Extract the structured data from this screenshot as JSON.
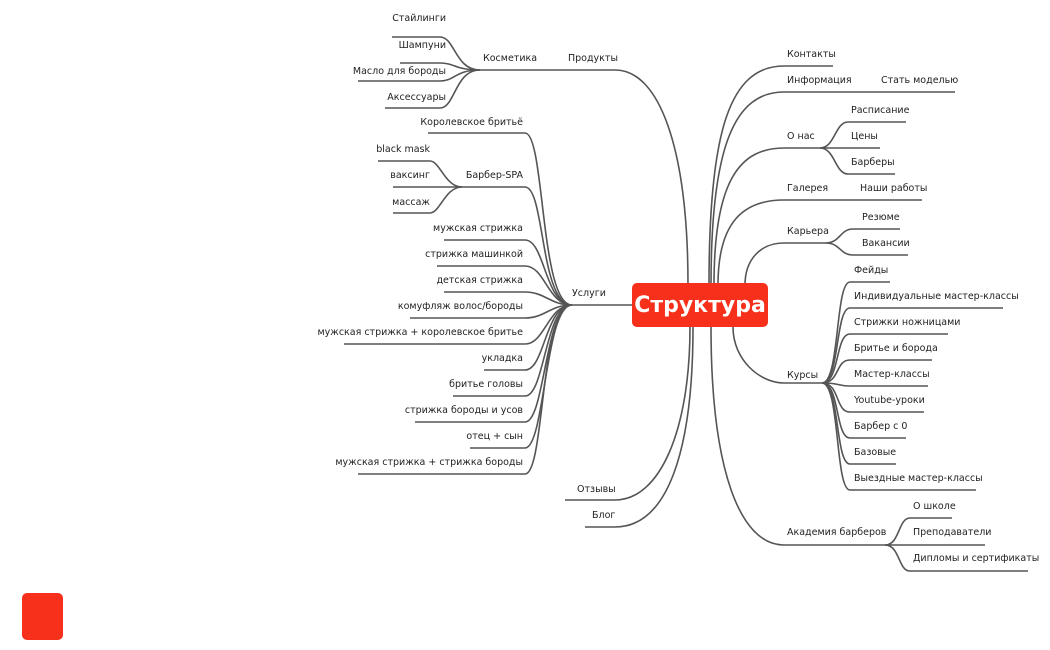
{
  "root": {
    "label": "Структура",
    "color": "#f7301c"
  },
  "left": {
    "products": {
      "label": "Продукты",
      "cosmetics": {
        "label": "Косметика",
        "items": [
          "Стайлинги",
          "Шампуни",
          "Масло для бороды",
          "Аксессуары"
        ]
      }
    },
    "services": {
      "label": "Услуги",
      "items": [
        "Королевское бритьё",
        "Барбер-SPA",
        "мужская стрижка",
        "стрижка машинкой",
        "детская стрижка",
        "комуфляж волос/бороды",
        "мужская стрижка + королевское бритье",
        "укладка",
        "бритье головы",
        "стрижка бороды и усов",
        "отец + сын",
        "мужская стрижка + стрижка бороды"
      ],
      "spa": {
        "label": "Барбер-SPA",
        "items": [
          "black mask",
          "ваксинг",
          "массаж"
        ]
      }
    },
    "reviews": {
      "label": "Отзывы"
    },
    "blog": {
      "label": "Блог"
    }
  },
  "right": {
    "contacts": {
      "label": "Контакты"
    },
    "info": {
      "label": "Информация",
      "items": [
        "Стать моделью"
      ]
    },
    "about": {
      "label": "О нас",
      "items": [
        "Расписание",
        "Цены",
        "Барберы"
      ]
    },
    "gallery": {
      "label": "Галерея",
      "items": [
        "Наши работы"
      ]
    },
    "career": {
      "label": "Карьера",
      "items": [
        "Резюме",
        "Вакансии"
      ]
    },
    "courses": {
      "label": "Курсы",
      "items": [
        "Фейды",
        "Индивидуальные мастер-классы",
        "Стрижки ножницами",
        "Бритье и борода",
        "Мастер-классы",
        "Youtube-уроки",
        "Барбер с 0",
        "Базовые",
        "Выездные мастер-классы"
      ]
    },
    "academy": {
      "label": "Академия барберов",
      "items": [
        "О школе",
        "Преподаватели",
        "Дипломы и сертификаты"
      ]
    }
  },
  "colors": {
    "line": "#555555",
    "accent": "#f7301c",
    "text": "#222222"
  }
}
